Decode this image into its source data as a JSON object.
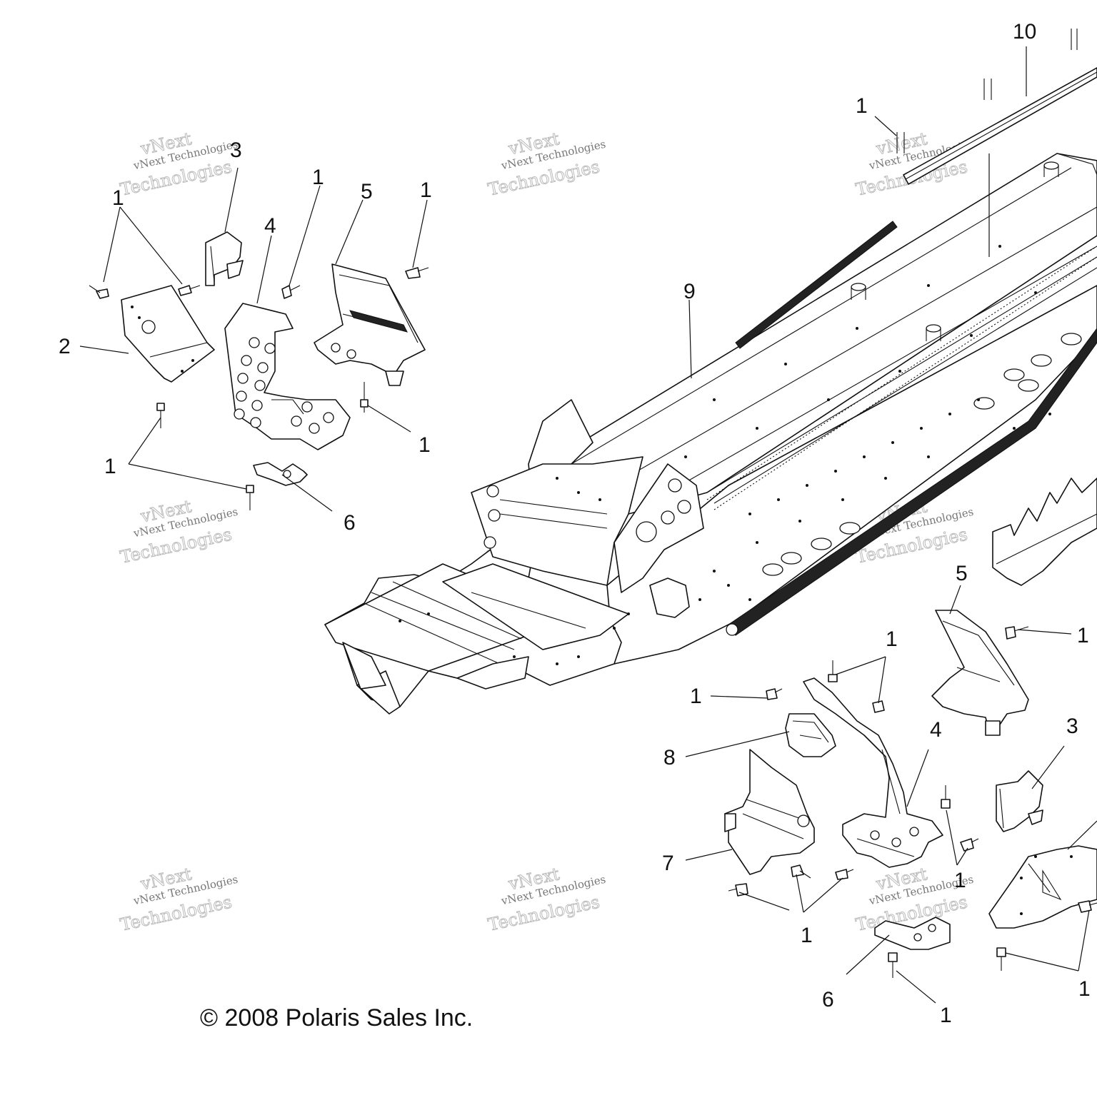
{
  "callouts": {
    "c10": "10",
    "c1_a": "1",
    "c1_b": "1",
    "c1_c": "1",
    "c1_d": "1",
    "c1_e": "1",
    "c1_f": "1",
    "c1_g": "1",
    "c1_h": "1",
    "c1_i": "1",
    "c1_j": "1",
    "c1_k": "1",
    "c1_l": "1",
    "c1_m": "1",
    "c2": "2",
    "c3_a": "3",
    "c3_b": "3",
    "c4_a": "4",
    "c4_b": "4",
    "c5_a": "5",
    "c5_b": "5",
    "c6_a": "6",
    "c6_b": "6",
    "c7": "7",
    "c8": "8",
    "c9": "9"
  },
  "watermark": {
    "line1": "vNext Technologies",
    "line2": "vNext",
    "line3": "Technologies"
  },
  "copyright": "© 2008 Polaris Sales Inc."
}
